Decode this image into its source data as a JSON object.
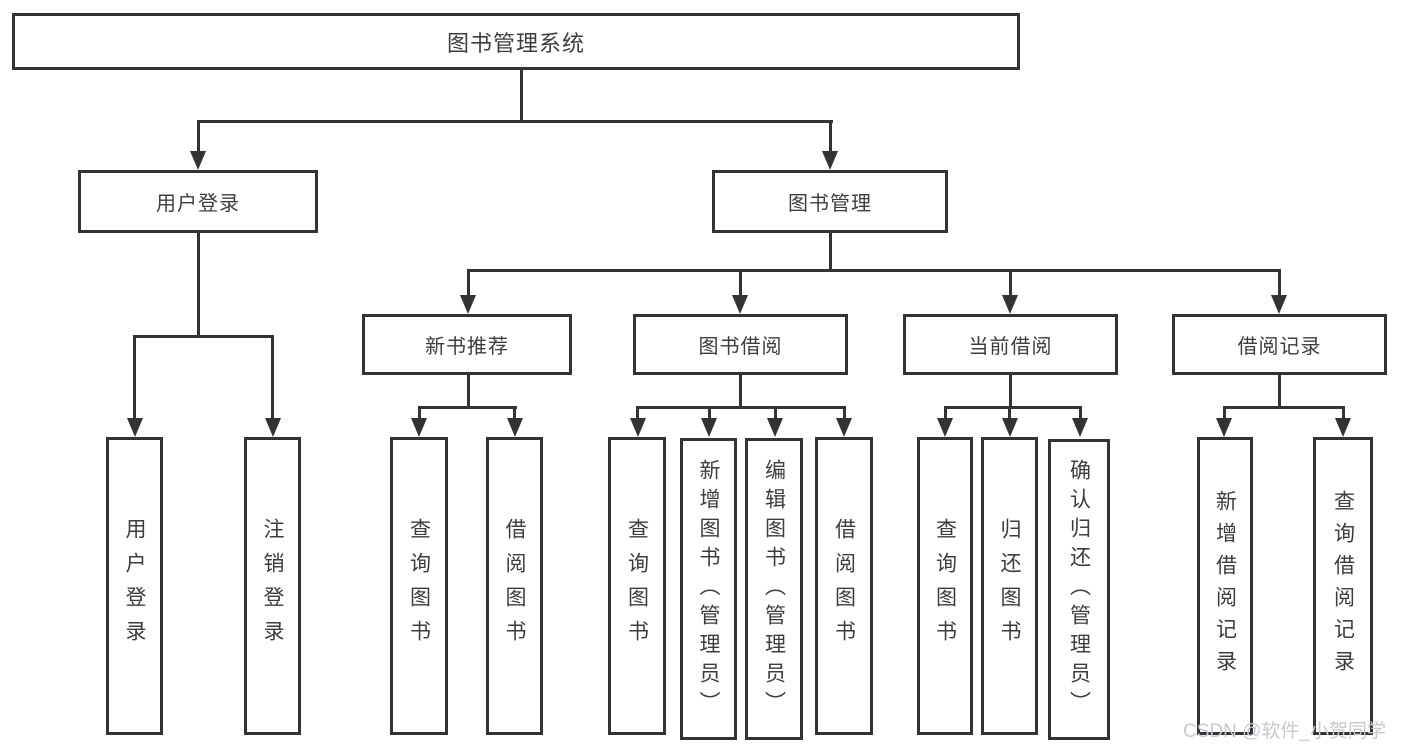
{
  "tree": {
    "label": "图书管理系统",
    "children": [
      {
        "label": "用户登录",
        "children": [
          {
            "label": "用户登录"
          },
          {
            "label": "注销登录"
          }
        ]
      },
      {
        "label": "图书管理",
        "children": [
          {
            "label": "新书推荐",
            "children": [
              {
                "label": "查询图书"
              },
              {
                "label": "借阅图书"
              }
            ]
          },
          {
            "label": "图书借阅",
            "children": [
              {
                "label": "查询图书"
              },
              {
                "label": "新增图书（管理员）"
              },
              {
                "label": "编辑图书（管理员）"
              },
              {
                "label": "借阅图书"
              }
            ]
          },
          {
            "label": "当前借阅",
            "children": [
              {
                "label": "查询图书"
              },
              {
                "label": "归还图书"
              },
              {
                "label": "确认归还（管理员）"
              }
            ]
          },
          {
            "label": "借阅记录",
            "children": [
              {
                "label": "新增借阅记录"
              },
              {
                "label": "查询借阅记录"
              }
            ]
          }
        ]
      }
    ]
  },
  "watermark": {
    "text": "CSDN @软件_小贺同学"
  },
  "colors": {
    "line": "#333333",
    "text": "#3d3d3d",
    "background": "#ffffff",
    "watermark": "#c8c8d0"
  }
}
